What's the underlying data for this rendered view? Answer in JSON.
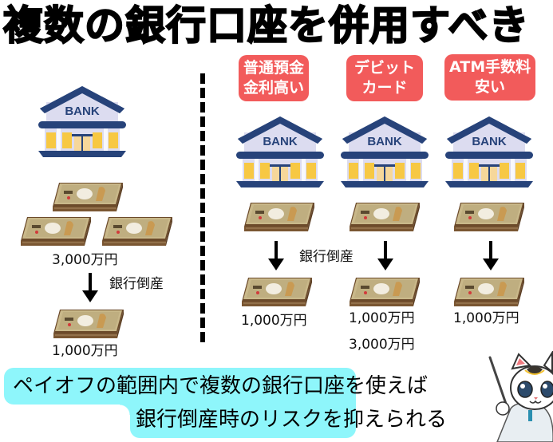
{
  "title": "複数の銀行口座を併用すべき",
  "left_scenario": {
    "bank_sign": "BANK",
    "deposit_amount": "3,000万円",
    "event_label": "銀行倒産",
    "protected_amount": "1,000万円"
  },
  "right_scenario": {
    "banks": [
      {
        "tag_lines": [
          "普通預金",
          "金利高い"
        ],
        "bank_sign": "BANK",
        "protected_amount": "1,000万円"
      },
      {
        "tag_lines": [
          "デビット",
          "カード"
        ],
        "bank_sign": "BANK",
        "protected_amount": "1,000万円"
      },
      {
        "tag_lines": [
          "ATM手数料",
          "安い"
        ],
        "bank_sign": "BANK",
        "protected_amount": "1,000万円"
      }
    ],
    "event_label": "銀行倒産",
    "total_amount": "3,000万円"
  },
  "banner": {
    "line1": "ペイオフの範囲内で複数の銀行口座を使えば",
    "line2": "銀行倒産時のリスクを抑えられる"
  },
  "colors": {
    "tag_bg": "#f25b5b",
    "banner_bg": "#8ef6fb",
    "bank_navy": "#27437a",
    "bank_wall": "#dcdcf0",
    "bank_window": "#f7c843",
    "bank_door": "#f6d79a"
  }
}
